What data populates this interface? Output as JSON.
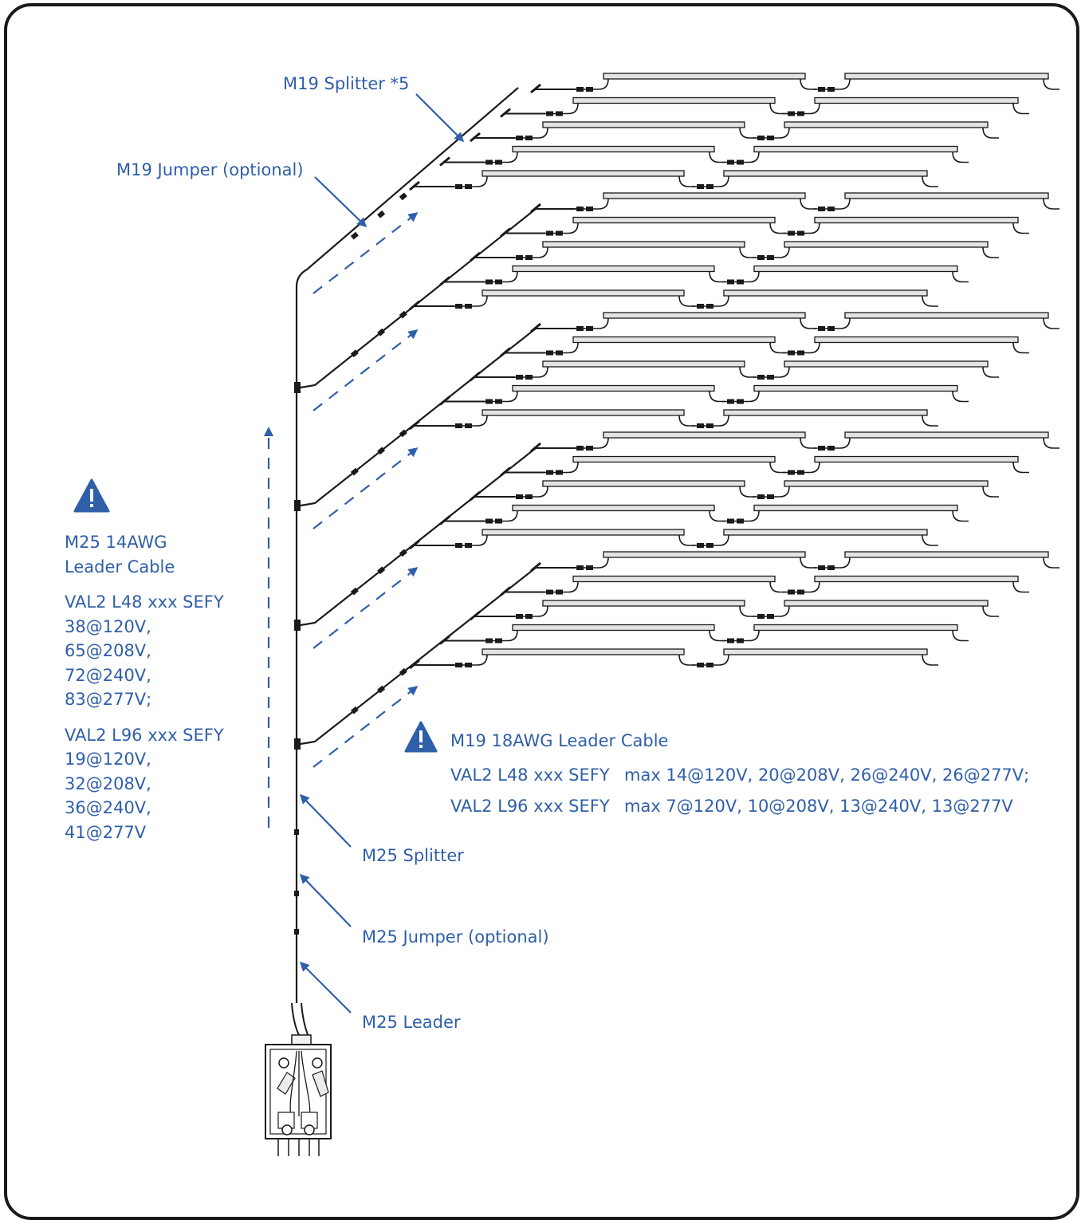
{
  "callouts": {
    "m19_splitter": "M19 Splitter *5",
    "m19_jumper": "M19 Jumper (optional)",
    "m25_splitter": "M25 Splitter",
    "m25_jumper": "M25 Jumper (optional)",
    "m25_leader": "M25 Leader"
  },
  "left_panel": {
    "cable_title_line1": "M25 14AWG",
    "cable_title_line2": "Leader Cable",
    "l48_title": "VAL2 L48 xxx SEFY",
    "l48_values": [
      "38@120V,",
      "65@208V,",
      "72@240V,",
      "83@277V;"
    ],
    "l96_title": "VAL2 L96 xxx SEFY",
    "l96_values": [
      "19@120V,",
      "32@208V,",
      "36@240V,",
      "41@277V"
    ]
  },
  "m19_note": {
    "title": "M19 18AWG Leader Cable",
    "row1_label": "VAL2 L48 xxx SEFY",
    "row1_values": "max 14@120V, 20@208V, 26@240V, 26@277V;",
    "row2_label": "VAL2 L96 xxx SEFY",
    "row2_values": "max 7@120V, 10@208V, 13@240V, 13@277V"
  },
  "icons": [
    "warning-icon-left",
    "warning-icon-note"
  ],
  "colors": {
    "accent": "#2f5fa8",
    "line": "#1a1a1a",
    "fixture": "#d9d9d9"
  }
}
